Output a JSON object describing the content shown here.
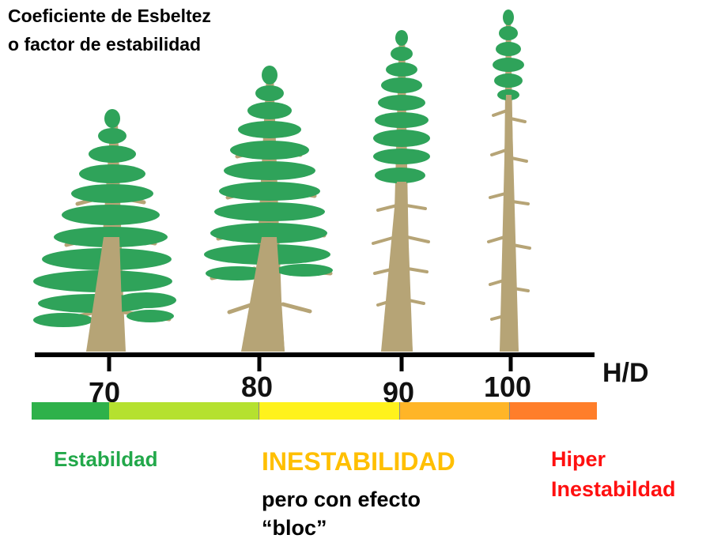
{
  "title": {
    "line1": "Coeficiente de Esbeltez",
    "line2": "o factor de estabilidad"
  },
  "axis": {
    "label": "H/D",
    "ticks": [
      "70",
      "80",
      "90",
      "100"
    ]
  },
  "scale_bar": {
    "segments": [
      {
        "name": "estabilidad-dark",
        "color": "#2eb14a"
      },
      {
        "name": "estabilidad-light",
        "color": "#b5e12f"
      },
      {
        "name": "inestabilidad-yellow",
        "color": "#fff21c"
      },
      {
        "name": "inestabilidad-orange",
        "color": "#ffb527"
      },
      {
        "name": "hiper-orange",
        "color": "#ff7e2a"
      }
    ]
  },
  "categories": {
    "stability": {
      "label": "Estabildad",
      "color": "#22a84a"
    },
    "instability": {
      "label": "INESTABILIDAD",
      "note_line1": "pero con efecto",
      "note_line2": "“bloc”",
      "color": "#ffbf00"
    },
    "hyper": {
      "line1": "Hiper",
      "line2": "Inestabildad",
      "color": "#ff1010"
    }
  },
  "colors": {
    "foliage": "#2fa35a",
    "trunk": "#b6a476",
    "axis": "#000000"
  }
}
